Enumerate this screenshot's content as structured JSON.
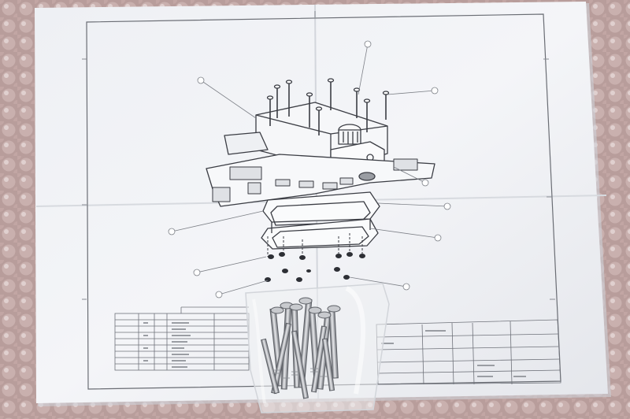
{
  "scene": {
    "description_free": true,
    "palette": {
      "bubble_wrap": "#c4a8a6",
      "bubble_highlight": "#e9dcdc",
      "paper": "#f2f3f6",
      "paper_shadow": "#d9dbe1",
      "ink": "#3b3d44",
      "metal": "#9a9da3",
      "metal_light": "#e6e7ea",
      "plastic_bag": "#eceef1"
    },
    "callout_count": 10,
    "title_block_rows": 9,
    "bolt_count": 12
  }
}
